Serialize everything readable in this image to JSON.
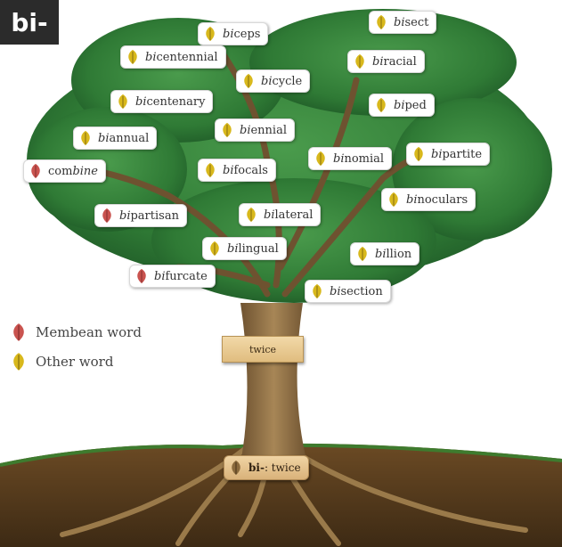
{
  "logo": "bi-",
  "trunk_label": "twice",
  "root": {
    "prefix": "bi-",
    "meaning": ": twice"
  },
  "legend": [
    {
      "type": "membean",
      "label": "Membean word"
    },
    {
      "type": "other",
      "label": "Other word"
    }
  ],
  "colors": {
    "membean_leaf": "#c9534f",
    "other_leaf": "#d8b81c",
    "foliage": "#2f7a35",
    "trunk": "#8a6a3c",
    "soil": "#5a3d1f"
  },
  "words": [
    {
      "pre": "bi",
      "rest": "ceps",
      "type": "other"
    },
    {
      "pre": "bi",
      "rest": "sect",
      "type": "other"
    },
    {
      "pre": "bi",
      "rest": "centennial",
      "type": "other"
    },
    {
      "pre": "bi",
      "rest": "racial",
      "type": "other"
    },
    {
      "pre": "bi",
      "rest": "cycle",
      "type": "other"
    },
    {
      "pre": "bi",
      "rest": "centenary",
      "type": "other"
    },
    {
      "pre": "bi",
      "rest": "ped",
      "type": "other"
    },
    {
      "pre": "bi",
      "rest": "ennial",
      "type": "other"
    },
    {
      "pre": "bi",
      "rest": "annual",
      "type": "other"
    },
    {
      "pre": "com",
      "rest": "bine",
      "type": "membean",
      "italic_second": true
    },
    {
      "pre": "bi",
      "rest": "focals",
      "type": "other"
    },
    {
      "pre": "bi",
      "rest": "nomial",
      "type": "other"
    },
    {
      "pre": "bi",
      "rest": "partite",
      "type": "other"
    },
    {
      "pre": "bi",
      "rest": "noculars",
      "type": "other"
    },
    {
      "pre": "bi",
      "rest": "partisan",
      "type": "membean"
    },
    {
      "pre": "bi",
      "rest": "lateral",
      "type": "other"
    },
    {
      "pre": "bi",
      "rest": "lingual",
      "type": "other"
    },
    {
      "pre": "bi",
      "rest": "llion",
      "type": "other"
    },
    {
      "pre": "bi",
      "rest": "furcate",
      "type": "membean"
    },
    {
      "pre": "bi",
      "rest": "section",
      "type": "other"
    }
  ]
}
